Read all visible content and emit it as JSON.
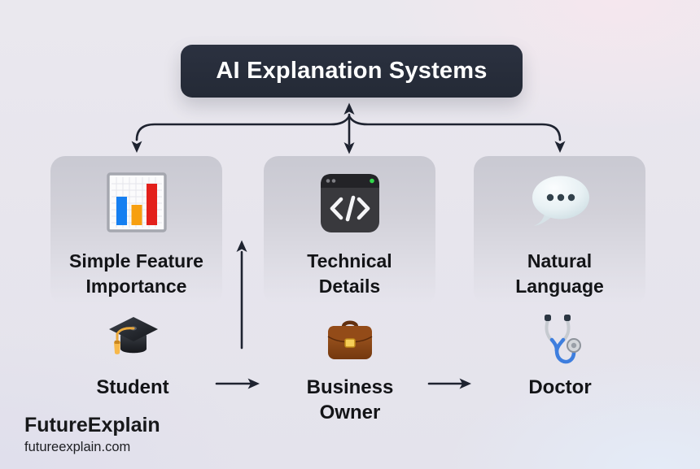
{
  "header": {
    "title": "AI Explanation Systems"
  },
  "branches": [
    {
      "id": "simple-feature-importance",
      "label": "Simple Feature\nImportance",
      "icon": "bar-chart-icon"
    },
    {
      "id": "technical-details",
      "label": "Technical\nDetails",
      "icon": "code-window-icon"
    },
    {
      "id": "natural-language",
      "label": "Natural\nLanguage",
      "icon": "speech-balloon-icon"
    }
  ],
  "personas": [
    {
      "id": "student",
      "label": "Student",
      "icon": "graduation-cap-icon"
    },
    {
      "id": "business-owner",
      "label": "Business\nOwner",
      "icon": "briefcase-icon"
    },
    {
      "id": "doctor",
      "label": "Doctor",
      "icon": "stethoscope-icon"
    }
  ],
  "edges": [
    {
      "from": "ai-explanation-systems",
      "to": "simple-feature-importance",
      "direction": "down"
    },
    {
      "from": "ai-explanation-systems",
      "to": "technical-details",
      "direction": "both"
    },
    {
      "from": "ai-explanation-systems",
      "to": "natural-language",
      "direction": "down"
    },
    {
      "from": "student-row",
      "to": "branch-row",
      "direction": "up"
    },
    {
      "from": "student",
      "to": "business-owner",
      "direction": "right"
    },
    {
      "from": "business-owner",
      "to": "doctor",
      "direction": "right"
    }
  ],
  "footer": {
    "brand": "FutureExplain",
    "website": "futureexplain.com"
  },
  "colors": {
    "title_box": "#272d3a",
    "title_text": "#ffffff",
    "connector": "#1e2330",
    "card": "#cbcbd3",
    "text": "#17181a",
    "background": "#e8e6ee"
  }
}
